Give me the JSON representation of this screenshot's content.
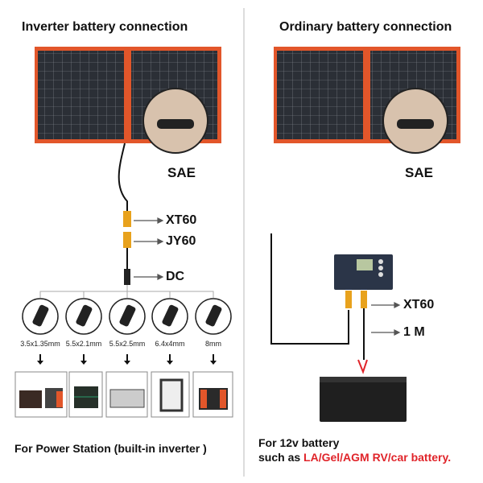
{
  "left": {
    "title": "Inverter battery connection",
    "connector_label": "SAE",
    "chain": [
      "XT60",
      "JY60",
      "DC"
    ],
    "dc_sizes": [
      "3.5x1.35mm",
      "5.5x2.1mm",
      "5.5x2.5mm",
      "6.4x4mm",
      "8mm"
    ],
    "footer": "For Power Station (built-in inverter )"
  },
  "right": {
    "title": "Ordinary battery connection",
    "connector_label": "SAE",
    "chain": [
      "XT60",
      "1 M"
    ],
    "footer_line1": "For 12v battery",
    "footer_line2_prefix": "such as ",
    "footer_line2_highlight": "LA/Gel/AGM RV/car battery."
  },
  "colors": {
    "frame": "#e2562a",
    "panel": "#2b2f36",
    "highlight": "#e0242a",
    "connector": "#e8a21d"
  }
}
